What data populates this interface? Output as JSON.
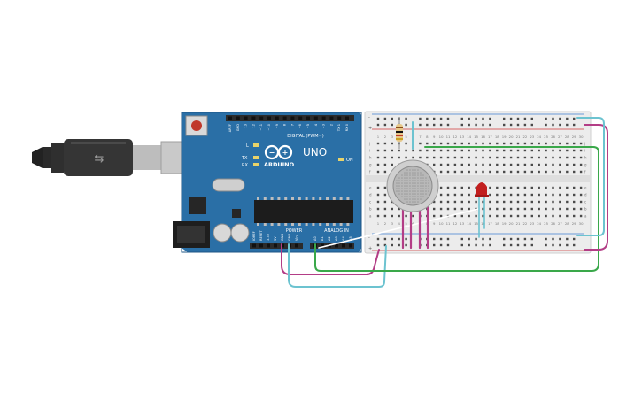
{
  "arduino": {
    "brand": "ARDUINO",
    "model": "UNO",
    "digital_header_label": "DIGITAL (PWM~)",
    "power_header_label": "POWER",
    "analog_header_label": "ANALOG IN",
    "led_labels": {
      "l": "L",
      "tx": "TX",
      "rx": "RX",
      "on": "ON"
    },
    "digital_pins": [
      "AREF",
      "GND",
      "13",
      "12",
      "~11",
      "~10",
      "~9",
      "8",
      "7",
      "~6",
      "~5",
      "4",
      "~3",
      "2",
      "TX 1",
      "RX 0"
    ],
    "power_pins": [
      "IOREF",
      "RESET",
      "3.3V",
      "5V",
      "GND",
      "GND",
      "Vin"
    ],
    "analog_pins": [
      "A0",
      "A1",
      "A2",
      "A3",
      "A4",
      "A5"
    ]
  },
  "breadboard": {
    "columns": [
      "1",
      "2",
      "3",
      "4",
      "5",
      "6",
      "7",
      "8",
      "9",
      "10",
      "11",
      "12",
      "13",
      "14",
      "15",
      "16",
      "17",
      "18",
      "19",
      "20",
      "21",
      "22",
      "23",
      "24",
      "25",
      "26",
      "27",
      "28",
      "29",
      "30"
    ],
    "top_rows": [
      "a",
      "b",
      "c",
      "d",
      "e"
    ],
    "bottom_rows": [
      "f",
      "g",
      "h",
      "i",
      "j"
    ],
    "rail_signs": [
      "-",
      "+",
      "-",
      "+"
    ]
  },
  "components": [
    {
      "name": "usb-cable",
      "type": "usb"
    },
    {
      "name": "resistor",
      "type": "resistor"
    },
    {
      "name": "gas-sensor",
      "type": "sensor"
    },
    {
      "name": "red-led",
      "type": "led"
    }
  ],
  "colors": {
    "board": "#2a6fa6",
    "board_dark": "#1d5686",
    "breadboard": "#ececec",
    "hole": "#4a4a4a",
    "rail_red": "#d33a3a",
    "rail_blue": "#3f7fd0",
    "wire_cyan": "#6cc3d0",
    "wire_magenta": "#b33d86",
    "wire_green": "#3aa84a",
    "wire_white": "#ffffff",
    "led_red": "#c21f1f"
  }
}
